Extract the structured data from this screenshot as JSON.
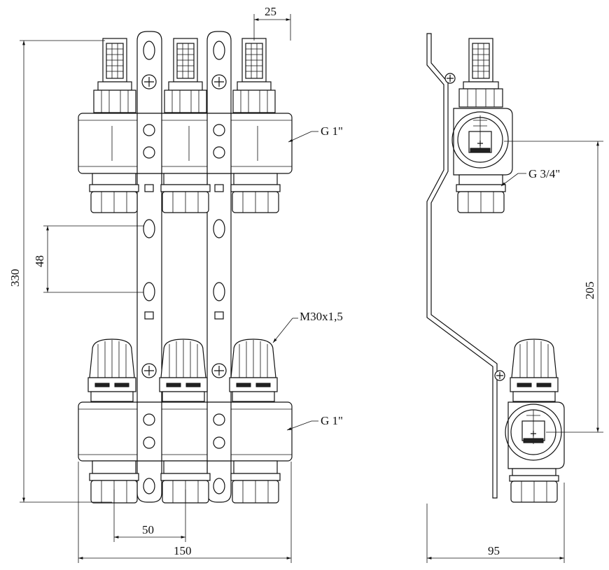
{
  "dimensions": {
    "top_offset": "25",
    "total_height": "330",
    "mount_spacing": "48",
    "outlet_pitch": "50",
    "total_width": "150",
    "side_depth": "95",
    "side_height": "205"
  },
  "labels": {
    "top_thread": "G 1\"",
    "bottom_thread": "G 1\"",
    "side_thread": "G 3/4\"",
    "nut_thread": "M30x1,5"
  }
}
